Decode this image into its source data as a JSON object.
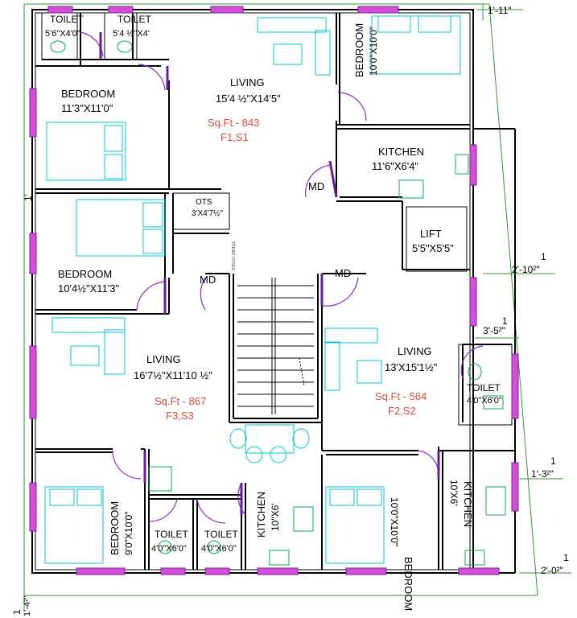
{
  "rooms": {
    "toilet1": {
      "name": "TOILET",
      "size": "5'6\"X4'0\""
    },
    "toilet2": {
      "name": "TOILET",
      "size": "5'4 ½\"X4'"
    },
    "bedroom_nw": {
      "name": "BEDROOM",
      "size": "11'3\"X11'0\""
    },
    "living_top": {
      "name": "LIVING",
      "size": "15'4 ½\"X14'5\"",
      "sqft": "Sq.Ft - 843",
      "floors": "F1,S1"
    },
    "bedroom_ne": {
      "name": "BEDROOM",
      "size": "10'0\"X10'0\""
    },
    "kitchen_ne": {
      "name": "KITCHEN",
      "size": "11'6\"X6'4\""
    },
    "ots": {
      "name": "OTS",
      "size": "3'X4'7½\""
    },
    "lift": {
      "name": "LIFT",
      "size": "5'5\"X5'5\""
    },
    "bedroom_w": {
      "name": "BEDROOM",
      "size": "10'4½\"X11'3\""
    },
    "living_left": {
      "name": "LIVING",
      "size": "16'7½\"X11'10 ½\"",
      "sqft": "Sq.Ft - 867",
      "floors": "F3,S3"
    },
    "living_right": {
      "name": "LIVING",
      "size": "13'X15'1½\"",
      "sqft": "Sq.Ft - 564",
      "floors": "F2,S2"
    },
    "toilet_e": {
      "name": "TOILET",
      "size": "4'0\"X6'0\""
    },
    "bedroom_sw": {
      "name": "BEDROOM",
      "size": "9'0\"X10'0\""
    },
    "toilet_s1": {
      "name": "TOILET",
      "size": "4'0\"X6'0\""
    },
    "toilet_s2": {
      "name": "TOILET",
      "size": "4'0\"X6'0\""
    },
    "kitchen_s": {
      "name": "KITCHEN",
      "size": "10\"X6'"
    },
    "bedroom_se": {
      "name": "BEDROOM",
      "size": "10'0\"X10'0\""
    },
    "kitchen_se": {
      "name": "KITCHEN",
      "size": "10'X6'"
    }
  },
  "doors": {
    "md1": "MD",
    "md2": "MD",
    "md3": "MD"
  },
  "stair_note": "TREAD / RISER",
  "dimensions": {
    "d1": "1'-11\"",
    "d2": "1'",
    "d3_top": "1",
    "d3": "2'-10²\"",
    "d4_top": "1",
    "d4": "3'-5²\"",
    "d5_top": "1",
    "d5": "1'-3²\"",
    "d6_top": "1",
    "d6": "2'-0²\"",
    "d7_top": "1",
    "d7": "1'-4²\""
  },
  "colors": {
    "wall": "#000000",
    "window": "#d34fd6",
    "door": "#8a2be2",
    "furniture": "#00c8d8",
    "fixture": "#00b050",
    "boundary": "#2e9b2e",
    "accent": "#e04a3a"
  }
}
